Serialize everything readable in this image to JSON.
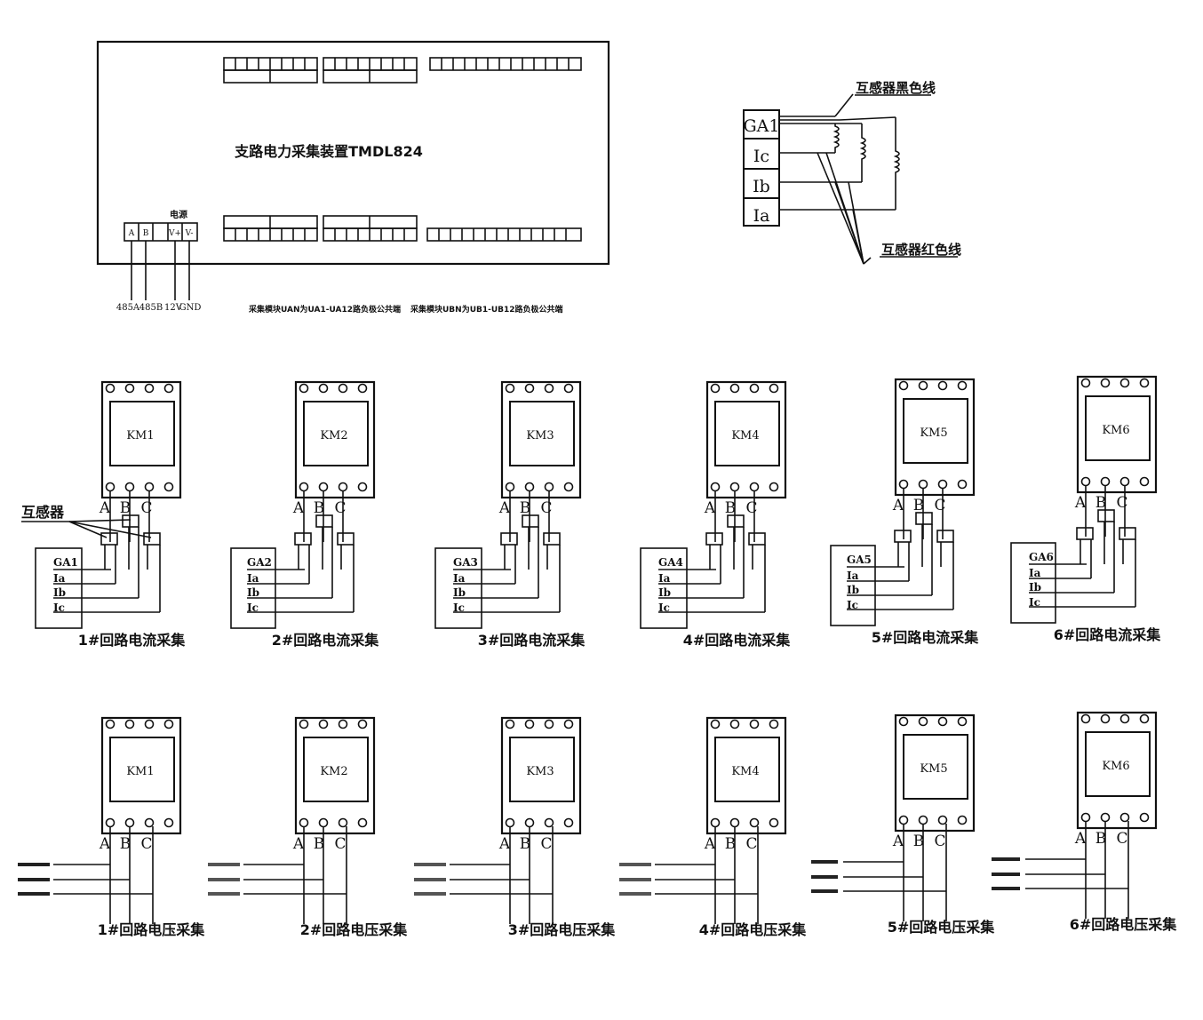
{
  "device": {
    "title": "支路电力采集装置TMDL824",
    "power_label": "电源",
    "terminals": [
      "A",
      "B",
      "",
      "V+",
      "V-"
    ],
    "wire_labels": [
      "485A",
      "485B",
      "12V",
      "GND"
    ],
    "note_left": "采集模块UAN为UA1-UA12路负极公共端",
    "note_right": "采集模块UBN为UB1-UB12路负极公共端"
  },
  "ct_detail": {
    "terminals": [
      "GA1",
      "Ic",
      "Ib",
      "Ia"
    ],
    "black_wire_label": "互感器黑色线",
    "red_wire_label": "互感器红色线"
  },
  "current_section": {
    "ct_label": "互感器",
    "phase_labels": [
      "A",
      "B",
      "C"
    ],
    "circuits": [
      {
        "km": "KM1",
        "ga": "GA1",
        "ia": "Ia",
        "ib": "Ib",
        "ic": "Ic",
        "caption": "1#回路电流采集"
      },
      {
        "km": "KM2",
        "ga": "GA2",
        "ia": "Ia",
        "ib": "Ib",
        "ic": "Ic",
        "caption": "2#回路电流采集"
      },
      {
        "km": "KM3",
        "ga": "GA3",
        "ia": "Ia",
        "ib": "Ib",
        "ic": "Ic",
        "caption": "3#回路电流采集"
      },
      {
        "km": "KM4",
        "ga": "GA4",
        "ia": "Ia",
        "ib": "Ib",
        "ic": "Ic",
        "caption": "4#回路电流采集"
      },
      {
        "km": "KM5",
        "ga": "GA5",
        "ia": "Ia",
        "ib": "Ib",
        "ic": "Ic",
        "caption": "5#回路电流采集"
      },
      {
        "km": "KM6",
        "ga": "GA6",
        "ia": "Ia",
        "ib": "Ib",
        "ic": "Ic",
        "caption": "6#回路电流采集"
      }
    ]
  },
  "voltage_section": {
    "phase_labels": [
      "A",
      "B",
      "C"
    ],
    "circuits": [
      {
        "km": "KM1",
        "caption": "1#回路电压采集"
      },
      {
        "km": "KM2",
        "caption": "2#回路电压采集"
      },
      {
        "km": "KM3",
        "caption": "3#回路电压采集"
      },
      {
        "km": "KM4",
        "caption": "4#回路电压采集"
      },
      {
        "km": "KM5",
        "caption": "5#回路电压采集"
      },
      {
        "km": "KM6",
        "caption": "6#回路电压采集"
      }
    ]
  }
}
